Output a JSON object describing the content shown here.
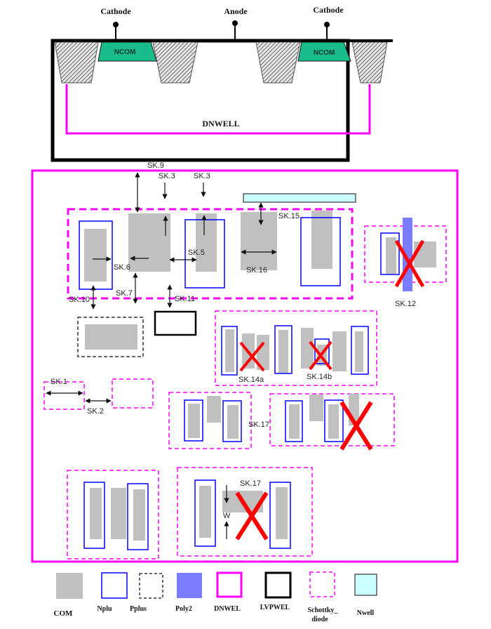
{
  "cross_section": {
    "terminals": [
      "Cathode",
      "Anode",
      "Cathode"
    ],
    "ncom_labels": [
      "NCOM",
      "NCOM"
    ],
    "well_label": "DNWELL"
  },
  "layout_rules": {
    "sk9": "SK.9",
    "sk3a": "SK.3",
    "sk3b": "SK.3",
    "sk15": "SK.15",
    "sk5": "SK.5",
    "sk6": "SK.6",
    "sk16": "SK.16",
    "sk7": "SK.7",
    "sk10": "SK.10",
    "sk11": "SK.11",
    "sk12": "SK.12",
    "sk14a": "SK.14a",
    "sk14b": "SK.14b",
    "sk1": "SK.1",
    "sk2": "SK.2",
    "sk17a": "SK.17",
    "sk17b": "SK.17",
    "w_label": "W"
  },
  "legend": [
    {
      "label": "COM",
      "color": "#c0c0c0"
    },
    {
      "label": "Nplu",
      "color": "#0000ff"
    },
    {
      "label": "Pplus",
      "color": "#333333"
    },
    {
      "label": "Poly2",
      "color": "#7b7bff"
    },
    {
      "label": "DNWEL",
      "color": "#ff00ff"
    },
    {
      "label": "LVPWEL",
      "color": "#000000"
    },
    {
      "label": "Schottky_",
      "label2": "diode",
      "color": "#ff00ff"
    },
    {
      "label": "Nwell",
      "color": "#ccffff"
    }
  ],
  "colors": {
    "com": "#c0c0c0",
    "nplu": "#0000ff",
    "poly2": "#7b7bff",
    "dnwel": "#ff00ff",
    "nwell": "#ccffff",
    "ncom": "#1abc8c",
    "violation": "#ff0000"
  }
}
